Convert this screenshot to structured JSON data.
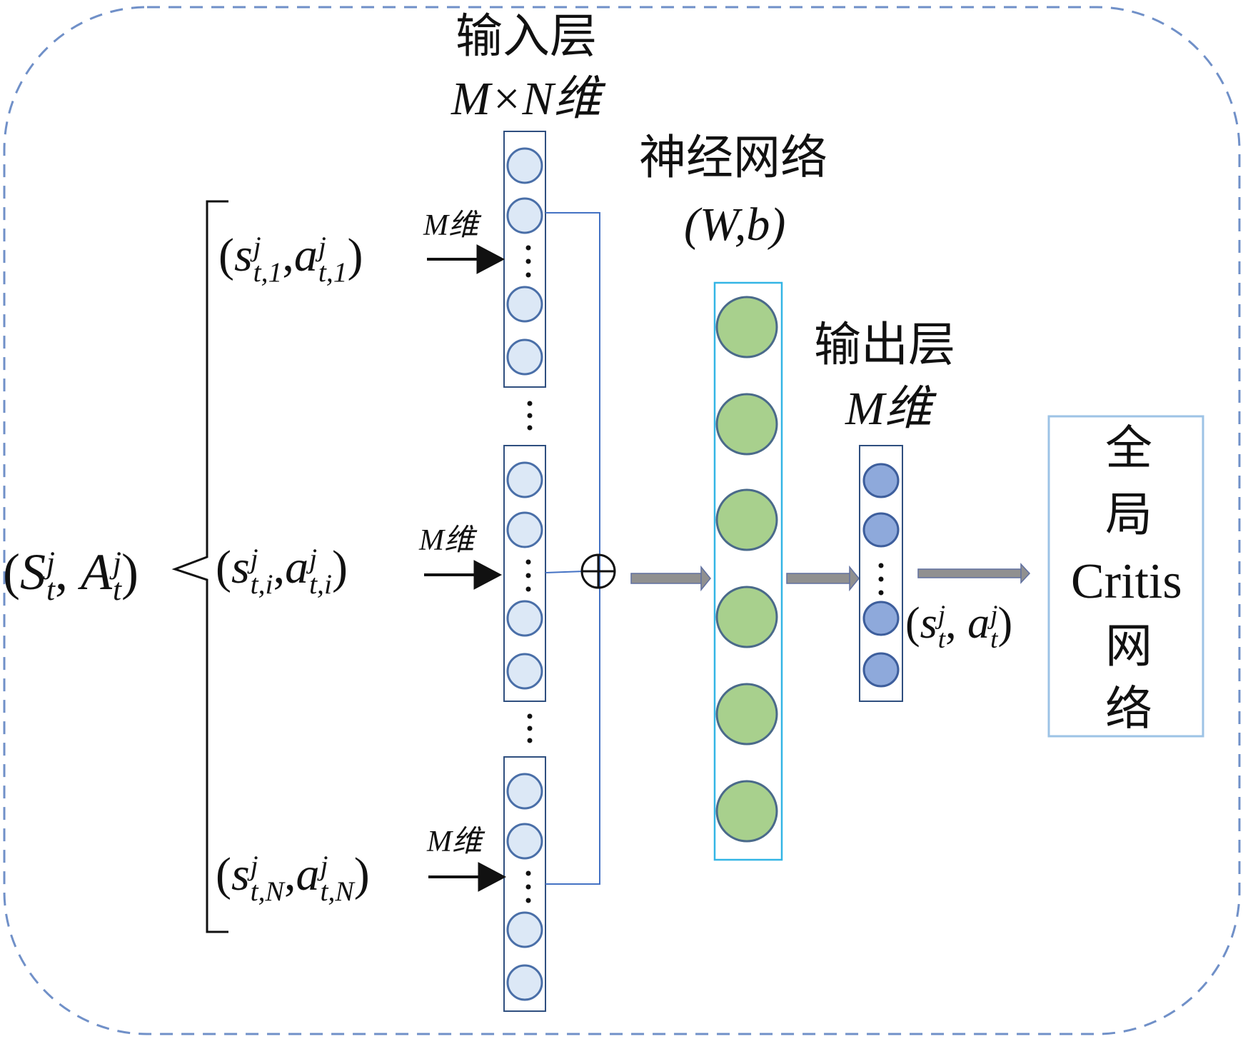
{
  "input_layer": {
    "title": "输入层",
    "dim": "M×N维"
  },
  "neural_net": {
    "title": "神经网络",
    "params": "(W,b)"
  },
  "output_layer": {
    "title": "输出层",
    "dim": "M维"
  },
  "critic_box": {
    "line1": "全",
    "line2": "局",
    "line3": "Critis",
    "line4": "网",
    "line5": "络"
  },
  "group_label": {
    "open": "(",
    "S": "S",
    "A": "A",
    "sup": "j",
    "sub": "t",
    "close": ")"
  },
  "inputs": [
    {
      "open": "(",
      "s": "s",
      "a": "a",
      "sup": "j",
      "sub": "t,1",
      "close": ")",
      "arrow_label": "M维"
    },
    {
      "open": "(",
      "s": "s",
      "a": "a",
      "sup": "j",
      "sub": "t,i",
      "close": ")",
      "arrow_label": "M维"
    },
    {
      "open": "(",
      "s": "s",
      "a": "a",
      "sup": "j",
      "sub": "t,N",
      "close": ")",
      "arrow_label": "M维"
    }
  ],
  "output_pair": {
    "open": "(",
    "s": "s",
    "a": "a",
    "sup": "j",
    "sub": "t",
    "close": ")"
  },
  "sum_symbol": "⊕",
  "colors": {
    "frame_dash": "#7090c8",
    "input_node_fill": "#dce8f6",
    "input_node_stroke": "#4a6fa8",
    "hidden_node_fill": "#a8d08d",
    "hidden_node_stroke": "#4a6a8a",
    "output_node_fill": "#8ea9db",
    "output_node_stroke": "#3d5e9c",
    "hidden_box_stroke": "#33b5e5",
    "critic_box_stroke": "#9dc3e6",
    "connector": "#4472c4",
    "flow_arrow": "#808080"
  }
}
